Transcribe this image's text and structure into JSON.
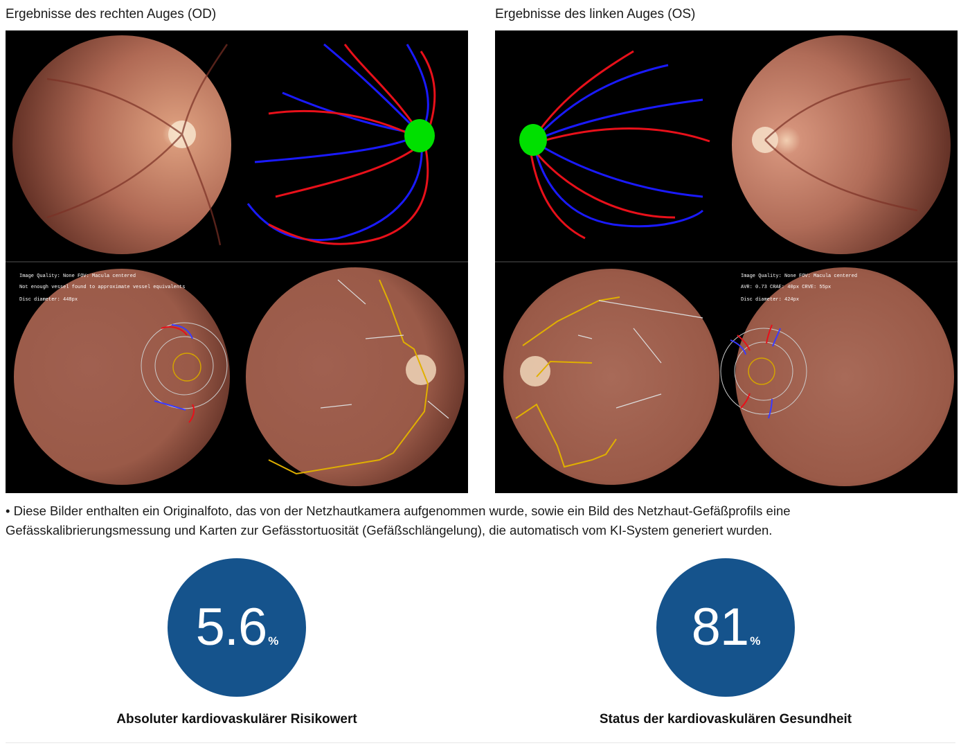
{
  "right_eye": {
    "title": "Ergebnisse des rechten Auges (OD)",
    "overlay_lines": [
      "Image Quality: None  FOV: Macula centered",
      "Not enough vessel found to approximate vessel equivalents",
      "Disc diameter: 448px"
    ]
  },
  "left_eye": {
    "title": "Ergebnisse des linken Auges (OS)",
    "overlay_lines": [
      "Image Quality: None  FOV: Macula centered",
      "AVR: 0.73  CRAE: 40px  CRVE: 55px",
      "Disc diameter: 424px"
    ]
  },
  "description": "• Diese Bilder enthalten ein Originalfoto, das von der Netzhautkamera aufgenommen wurde, sowie ein Bild des Netzhaut-Gefäßprofils eine Gefässkalibrierungsmessung und Karten zur Gefässtortuosität (Gefäßschlängelung), die automatisch vom KI-System generiert wurden.",
  "metrics": [
    {
      "value": "5.6",
      "unit": "%",
      "label": "Absoluter kardiovaskulärer Risikowert"
    },
    {
      "value": "81",
      "unit": "%",
      "label": "Status der kardiovaskulären Gesundheit"
    }
  ],
  "colors": {
    "circle_fill": "#15538c",
    "artery": "#e8101a",
    "vein": "#1a1aff",
    "optic_disc": "#00e000",
    "tortuosity_line": "#e0b000"
  }
}
